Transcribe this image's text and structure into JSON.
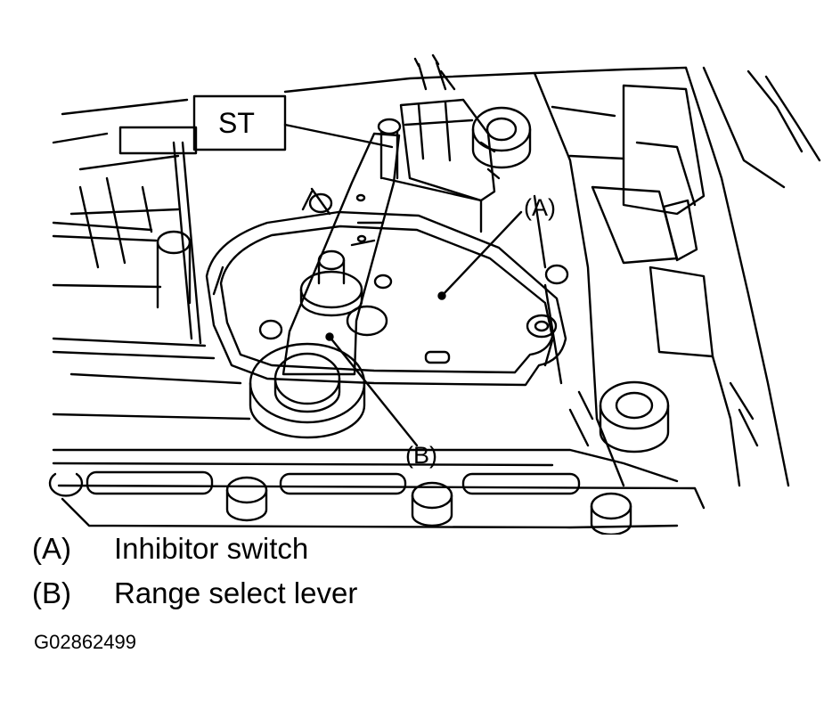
{
  "diagram": {
    "box_label": "ST",
    "callouts": [
      {
        "key": "(A)",
        "description": "Inhibitor switch"
      },
      {
        "key": "(B)",
        "description": "Range select lever"
      }
    ]
  },
  "figure_id": "G02862499"
}
